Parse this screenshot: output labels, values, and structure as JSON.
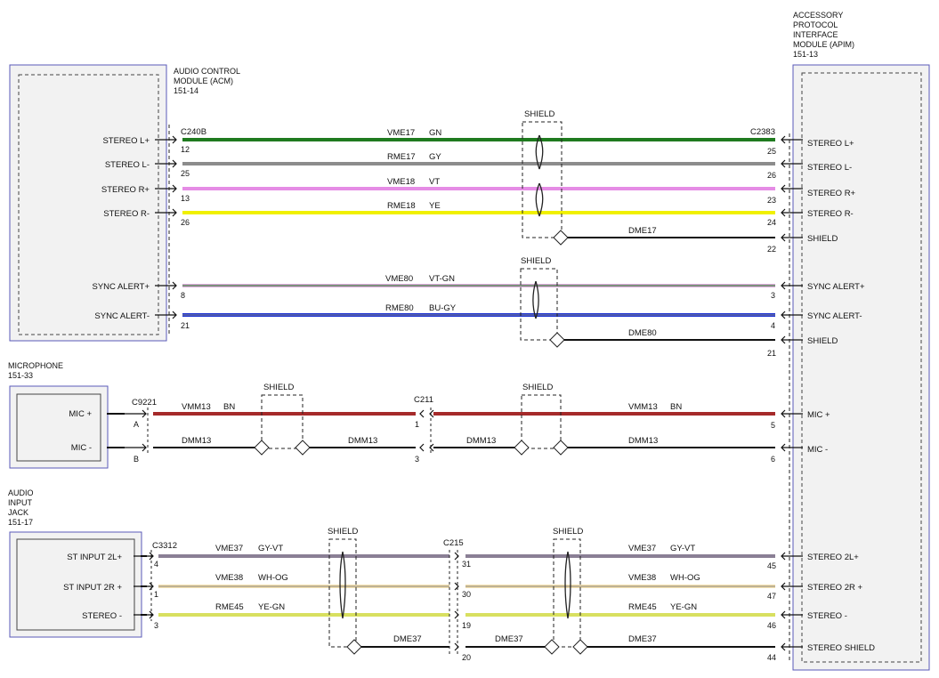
{
  "modules": {
    "acm": {
      "title_lines": [
        "AUDIO CONTROL",
        "MODULE (ACM)",
        "151-14"
      ]
    },
    "apim": {
      "title_lines": [
        "ACCESSORY",
        "PROTOCOL",
        "INTERFACE",
        "MODULE (APIM)",
        "151-13"
      ]
    },
    "mic": {
      "title_lines": [
        "MICROPHONE",
        "151-33"
      ]
    },
    "aux": {
      "title_lines": [
        "AUDIO",
        "INPUT",
        "JACK",
        "151-17"
      ]
    }
  },
  "connectors": {
    "c240b": "C240B",
    "c2383": "C2383",
    "c9221": "C9221",
    "c211": "C211",
    "c3312": "C3312",
    "c215": "C215"
  },
  "shield_label": "SHIELD",
  "acm_pins": [
    {
      "name": "STEREO L+",
      "pin": "12"
    },
    {
      "name": "STEREO L-",
      "pin": "25"
    },
    {
      "name": "STEREO R+",
      "pin": "13"
    },
    {
      "name": "STEREO R-",
      "pin": "26"
    },
    {
      "name": "SYNC ALERT+",
      "pin": "8"
    },
    {
      "name": "SYNC ALERT-",
      "pin": "21"
    }
  ],
  "apim_pins": [
    {
      "name": "STEREO L+",
      "pin": "25"
    },
    {
      "name": "STEREO L-",
      "pin": "26"
    },
    {
      "name": "STEREO R+",
      "pin": "23"
    },
    {
      "name": "STEREO R-",
      "pin": "24"
    },
    {
      "name": "SHIELD",
      "pin": "22"
    },
    {
      "name": "SYNC ALERT+",
      "pin": "3"
    },
    {
      "name": "SYNC ALERT-",
      "pin": "4"
    },
    {
      "name": "SHIELD",
      "pin": "21"
    },
    {
      "name": "MIC +",
      "pin": "5"
    },
    {
      "name": "MIC -",
      "pin": "6"
    },
    {
      "name": "STEREO 2L+",
      "pin": "45"
    },
    {
      "name": "STEREO 2R +",
      "pin": "47"
    },
    {
      "name": "STEREO -",
      "pin": "46"
    },
    {
      "name": "STEREO SHIELD",
      "pin": "44"
    }
  ],
  "mic_pins": [
    {
      "name": "MIC +",
      "pin": "A",
      "c211": "1"
    },
    {
      "name": "MIC -",
      "pin": "B",
      "c211": "3"
    }
  ],
  "aux_pins": [
    {
      "name": "ST INPUT 2L+",
      "pin": "4",
      "c215": "31"
    },
    {
      "name": "ST INPUT 2R +",
      "pin": "1",
      "c215": "30"
    },
    {
      "name": "STEREO -",
      "pin": "3",
      "c215": "19"
    },
    {
      "name": "",
      "pin": "",
      "c215": "20"
    }
  ],
  "wires": [
    {
      "circuit": "VME17",
      "color": "GN"
    },
    {
      "circuit": "RME17",
      "color": "GY"
    },
    {
      "circuit": "VME18",
      "color": "VT"
    },
    {
      "circuit": "RME18",
      "color": "YE"
    },
    {
      "circuit": "DME17",
      "color": ""
    },
    {
      "circuit": "VME80",
      "color": "VT-GN"
    },
    {
      "circuit": "RME80",
      "color": "BU-GY"
    },
    {
      "circuit": "DME80",
      "color": ""
    },
    {
      "circuit": "VMM13",
      "color": "BN"
    },
    {
      "circuit": "DMM13",
      "color": ""
    },
    {
      "circuit": "VME37",
      "color": "GY-VT"
    },
    {
      "circuit": "VME38",
      "color": "WH-OG"
    },
    {
      "circuit": "RME45",
      "color": "YE-GN"
    },
    {
      "circuit": "DME37",
      "color": ""
    }
  ],
  "colors": {
    "green": "#1f7a1f",
    "gray": "#8c8c8c",
    "violet": "#e58ce5",
    "yellow": "#f0f000",
    "brown": "#a52a2a",
    "blue": "#1a2fd0",
    "black": "#111111",
    "module_border": "#5a5ab8",
    "module_fill": "#f2f2f2",
    "gyvt": "#8a7f95",
    "whog": "#f3e0b0",
    "yegn": "#d8e060",
    "vtgn": "#d8a8d8"
  }
}
